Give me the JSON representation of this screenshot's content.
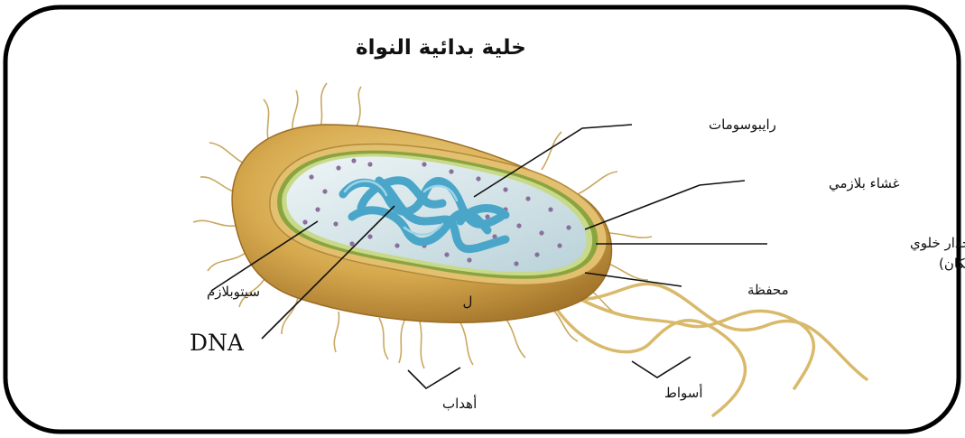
{
  "title": "خلية بدائية النواة",
  "labels": {
    "ribosomes": "رايبوسومات",
    "plasma_membrane": "غشاء بلازمي",
    "cell_wall": "جدار خلوي",
    "peptidoglycan": "(ببتيدوجلايكان)",
    "capsule": "محفظة",
    "cytoplasm": "سيتوبلازم",
    "dna": "DNA",
    "pili": "أهداب",
    "flagella": "أسواط",
    "fragment": "ل"
  },
  "colors": {
    "frame": "#000000",
    "capsule": "#d6a94e",
    "capsule_shadow": "#a9782c",
    "cell_wall": "#8aa43f",
    "membrane": "#c9d98a",
    "cytoplasm": "#d3e3e8",
    "dna": "#4aa6c9",
    "ribosome": "#8a6f9c",
    "flagella": "#d9b96a"
  }
}
